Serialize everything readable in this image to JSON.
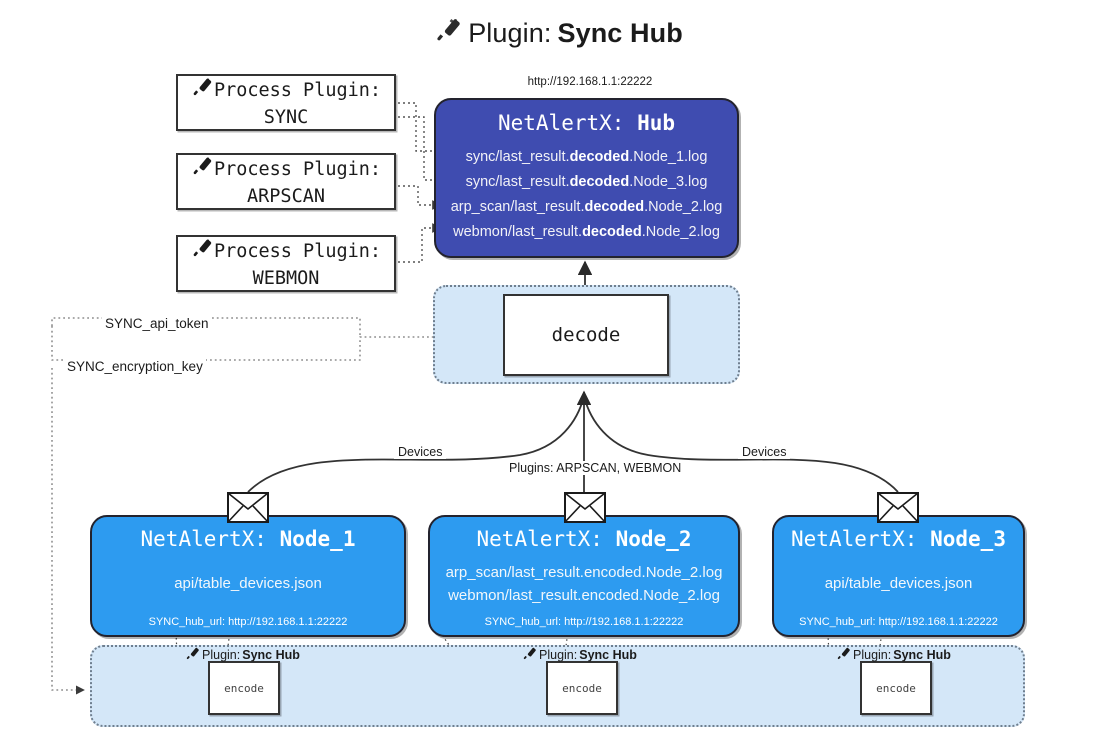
{
  "title": {
    "icon": "plug-icon",
    "prefix": "Plugin:",
    "name": "Sync Hub"
  },
  "process_plugins": [
    {
      "icon": "plug-icon",
      "line1": "Process Plugin:",
      "line2": "SYNC"
    },
    {
      "icon": "plug-icon",
      "line1": "Process Plugin:",
      "line2": "ARPSCAN"
    },
    {
      "icon": "plug-icon",
      "line1": "Process Plugin:",
      "line2": "WEBMON"
    }
  ],
  "hub": {
    "url": "http://192.168.1.1:22222",
    "title_prefix": "NetAlertX:",
    "title_name": "Hub",
    "logs": [
      {
        "pre": "sync/last_result.",
        "mid": "decoded",
        "post": ".Node_1.log"
      },
      {
        "pre": "sync/last_result.",
        "mid": "decoded",
        "post": ".Node_3.log"
      },
      {
        "pre": "arp_scan/last_result.",
        "mid": "decoded",
        "post": ".Node_2.log"
      },
      {
        "pre": "webmon/last_result.",
        "mid": "decoded",
        "post": ".Node_2.log"
      }
    ]
  },
  "decode": {
    "label": "decode"
  },
  "params": {
    "api_token": "SYNC_api_token",
    "encryption_key": "SYNC_encryption_key"
  },
  "edge_labels": {
    "devices_left": "Devices",
    "plugins_center": "Plugins: ARPSCAN, WEBMON",
    "devices_right": "Devices"
  },
  "nodes": [
    {
      "title_prefix": "NetAlertX:",
      "title_name": "Node_1",
      "lines": [
        "api/table_devices.json"
      ],
      "footer": "SYNC_hub_url: http://192.168.1.1:22222"
    },
    {
      "title_prefix": "NetAlertX:",
      "title_name": "Node_2",
      "lines": [
        "arp_scan/last_result.encoded.Node_2.log",
        "webmon/last_result.encoded.Node_2.log"
      ],
      "footer": "SYNC_hub_url: http://192.168.1.1:22222"
    },
    {
      "title_prefix": "NetAlertX:",
      "title_name": "Node_3",
      "lines": [
        "api/table_devices.json"
      ],
      "footer": "SYNC_hub_url: http://192.168.1.1:22222"
    }
  ],
  "encoders": [
    {
      "icon": "plug-icon",
      "label_prefix": "Plugin:",
      "label_name": "Sync Hub",
      "box": "encode"
    },
    {
      "icon": "plug-icon",
      "label_prefix": "Plugin:",
      "label_name": "Sync Hub",
      "box": "encode"
    },
    {
      "icon": "plug-icon",
      "label_prefix": "Plugin:",
      "label_name": "Sync Hub",
      "box": "encode"
    }
  ],
  "colors": {
    "hub_fill": "#3f4cb0",
    "node_fill": "#2d9bf0",
    "group_fill": "#d4e7f8",
    "stroke": "#23232e",
    "page_bg": "#ffffff"
  }
}
